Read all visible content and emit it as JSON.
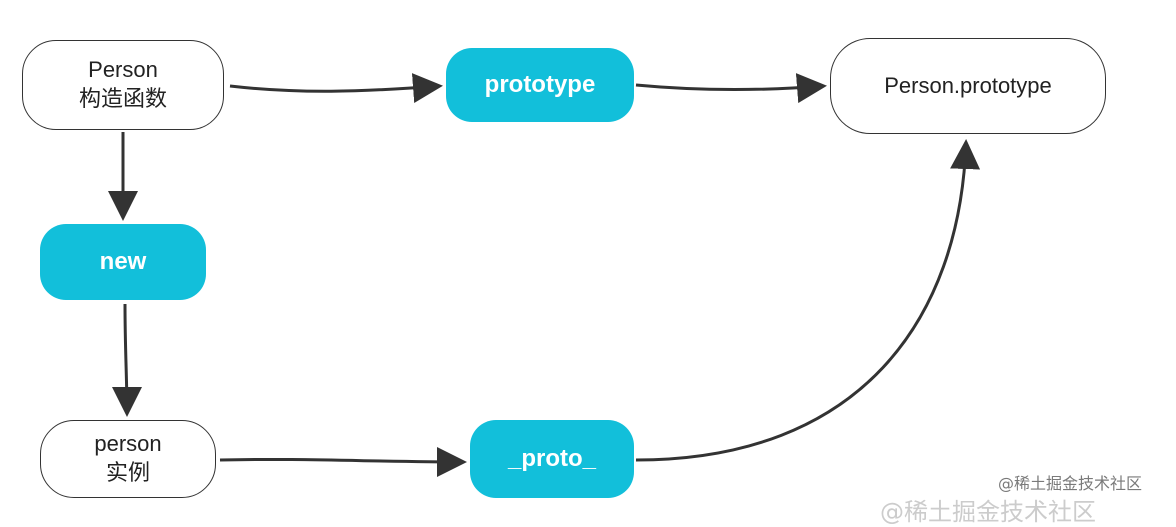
{
  "nodes": {
    "person_ctor": {
      "line1": "Person",
      "line2": "构造函数"
    },
    "proto_obj": {
      "label": "Person.prototype"
    },
    "instance": {
      "line1": "person",
      "line2": "实例"
    },
    "prototype_link": {
      "label": "prototype"
    },
    "new_link": {
      "label": "new"
    },
    "proto_link": {
      "label": "_proto_"
    }
  },
  "colors": {
    "pill_fill": "#12bfda",
    "pill_text": "#ffffff",
    "outline_stroke": "#333333",
    "arrow": "#333333"
  },
  "watermark": {
    "main": "@稀土掘金技术社区",
    "ghost": "@稀土掘金技术社区"
  }
}
